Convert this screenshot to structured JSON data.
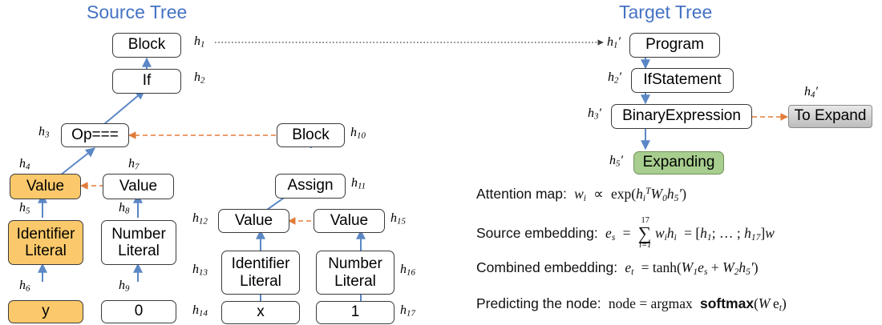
{
  "figure": {
    "source_title": "Source Tree",
    "target_title": "Target Tree",
    "title_color": "#4472C4",
    "highlight_yellow": "#FBC96B",
    "highlight_green": "#A8CE8F",
    "to_expand_gray": "#cfcfcf",
    "tree_edge_color": "#5B87C5",
    "attention_edge_color": "#E07B39",
    "align_edge_color": "#555555"
  },
  "source_tree": {
    "nodes": [
      {
        "id": "h1",
        "label": "Block",
        "h": "h",
        "sub": "1",
        "prime": false,
        "fill": "white"
      },
      {
        "id": "h2",
        "label": "If",
        "h": "h",
        "sub": "2",
        "prime": false,
        "fill": "white"
      },
      {
        "id": "h3",
        "label": "Op===",
        "h": "h",
        "sub": "3",
        "prime": false,
        "fill": "white"
      },
      {
        "id": "h4",
        "label": "Value",
        "h": "h",
        "sub": "4",
        "prime": false,
        "fill": "yellow"
      },
      {
        "id": "h5",
        "label": "Identifier Literal",
        "line1": "Identifier",
        "line2": "Literal",
        "h": "h",
        "sub": "5",
        "prime": false,
        "fill": "yellow"
      },
      {
        "id": "h6",
        "label": "y",
        "h": "h",
        "sub": "6",
        "prime": false,
        "fill": "yellow"
      },
      {
        "id": "h7",
        "label": "Value",
        "h": "h",
        "sub": "7",
        "prime": false,
        "fill": "white"
      },
      {
        "id": "h8",
        "label": "Number Literal",
        "line1": "Number",
        "line2": "Literal",
        "h": "h",
        "sub": "8",
        "prime": false,
        "fill": "white"
      },
      {
        "id": "h9",
        "label": "0",
        "h": "h",
        "sub": "9",
        "prime": false,
        "fill": "white"
      },
      {
        "id": "h10",
        "label": "Block",
        "h": "h",
        "sub": "10",
        "prime": false,
        "fill": "white"
      },
      {
        "id": "h11",
        "label": "Assign",
        "h": "h",
        "sub": "11",
        "prime": false,
        "fill": "white"
      },
      {
        "id": "h12",
        "label": "Value",
        "h": "h",
        "sub": "12",
        "prime": false,
        "fill": "white"
      },
      {
        "id": "h13",
        "label": "Identifier Literal",
        "line1": "Identifier",
        "line2": "Literal",
        "h": "h",
        "sub": "13",
        "prime": false,
        "fill": "white"
      },
      {
        "id": "h14",
        "label": "x",
        "h": "h",
        "sub": "14",
        "prime": false,
        "fill": "white"
      },
      {
        "id": "h15",
        "label": "Value",
        "h": "h",
        "sub": "15",
        "prime": false,
        "fill": "white"
      },
      {
        "id": "h16",
        "label": "Number Literal",
        "line1": "Number",
        "line2": "Literal",
        "h": "h",
        "sub": "16",
        "prime": false,
        "fill": "white"
      },
      {
        "id": "h17",
        "label": "1",
        "h": "h",
        "sub": "17",
        "prime": false,
        "fill": "white"
      }
    ]
  },
  "target_tree": {
    "nodes": [
      {
        "id": "t1",
        "label": "Program",
        "h": "h",
        "sub": "1",
        "prime": true,
        "fill": "white"
      },
      {
        "id": "t2",
        "label": "IfStatement",
        "h": "h",
        "sub": "2",
        "prime": true,
        "fill": "white"
      },
      {
        "id": "t3",
        "label": "BinaryExpression",
        "h": "h",
        "sub": "3",
        "prime": true,
        "fill": "white"
      },
      {
        "id": "t4",
        "label": "To Expand",
        "h": "h",
        "sub": "4",
        "prime": true,
        "fill": "gray"
      },
      {
        "id": "t5",
        "label": "Expanding",
        "h": "h",
        "sub": "5",
        "prime": true,
        "fill": "green"
      }
    ]
  },
  "equations": [
    {
      "id": "attention_map",
      "label": "Attention map:"
    },
    {
      "id": "source_embedding",
      "label": "Source embedding:"
    },
    {
      "id": "combined_embedding",
      "label": "Combined embedding:"
    },
    {
      "id": "predicting_the_node",
      "label": "Predicting the node:"
    }
  ],
  "equation_text": {
    "attention_map": "w_i ∝ exp(h_i^T W_0 h_5′)",
    "source_embedding": "e_s = Σ_{i=1}^{17} w_i h_i = [h_1; … ; h_17] w",
    "combined_embedding": "e_t = tanh(W_1 e_s + W_2 h_5′)",
    "predicting_the_node": "node = argmax softmax(W e_t)",
    "sum_upper": "17",
    "sum_lower": "i=1",
    "ellipsis": "…"
  }
}
